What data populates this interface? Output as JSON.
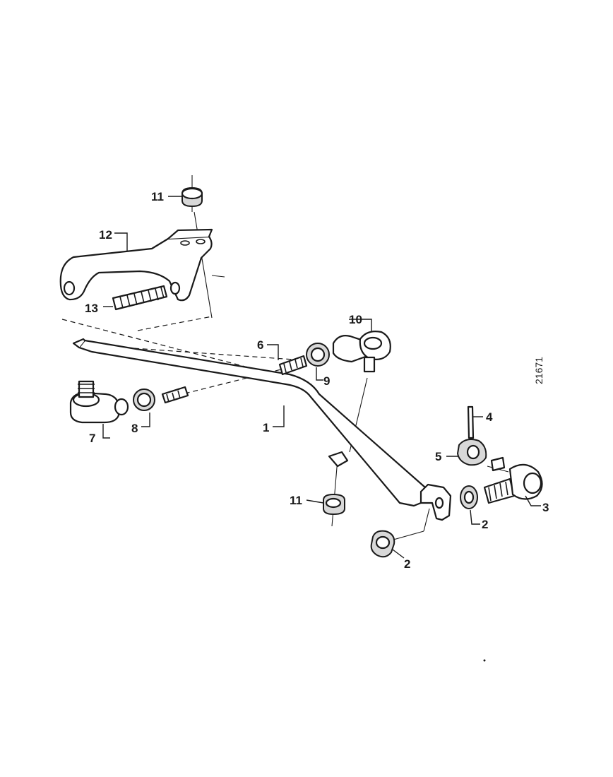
{
  "diagram": {
    "reference_number": "21671",
    "callouts": {
      "c1": "1",
      "c2a": "2",
      "c2b": "2",
      "c3": "3",
      "c4": "4",
      "c5": "5",
      "c6": "6",
      "c7": "7",
      "c8": "8",
      "c9": "9",
      "c10": "10",
      "c11a": "11",
      "c11b": "11",
      "c12": "12",
      "c13": "13"
    }
  }
}
